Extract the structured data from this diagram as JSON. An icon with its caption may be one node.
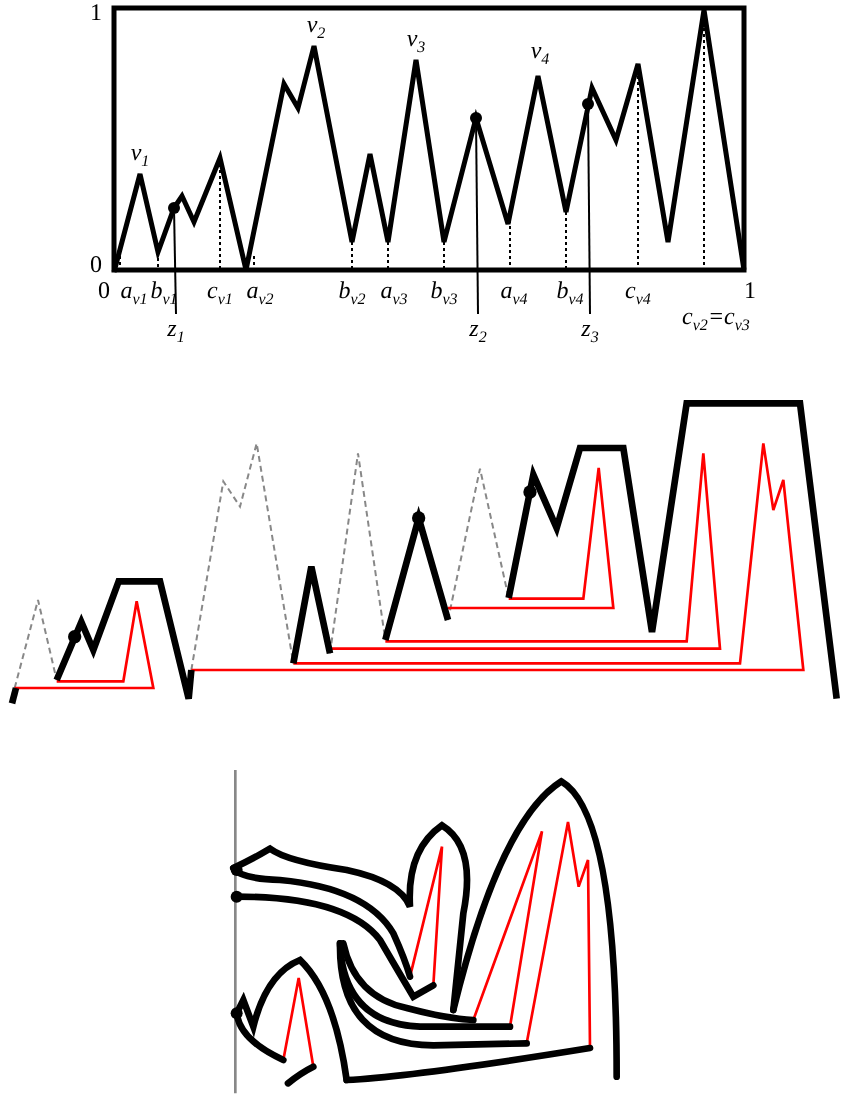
{
  "diagram": {
    "nodes": [
      {
        "text": [
          "z$_{1}$"
        ]
      },
      {
        "text": [
          "z$_{2}$"
        ]
      },
      {
        "text": [
          "z$_{3}$"
        ]
      },
      {
        "text": [],
        "shape": "circle"
      },
      {
        "text": [],
        "shape": "circle"
      },
      {
        "text": [],
        "shape": "circle"
      }
    ],
    "edges": [
      {
        "from": 0,
        "to": 3,
        "arrow": "none"
      },
      {
        "from": 1,
        "to": 4,
        "arrow": "none"
      },
      {
        "from": 2,
        "to": 5,
        "arrow": "none"
      }
    ],
    "labels": [
      "1",
      "v$_{2}$",
      "v$_{3}$",
      "v$_{4}$",
      "v$_{1}$",
      "0",
      "0",
      "a$_{v1}$",
      "b$_{v1}$",
      "c$_{v1}$",
      "a$_{v2}$",
      "b$_{v2}$",
      "a$_{v3}$",
      "b$_{v3}$",
      "a$_{v4}$",
      "b$_{v4}$",
      "c$_{v4}$",
      "c$_{v2}$=c$_{v3}$",
      "1"
    ]
  }
}
